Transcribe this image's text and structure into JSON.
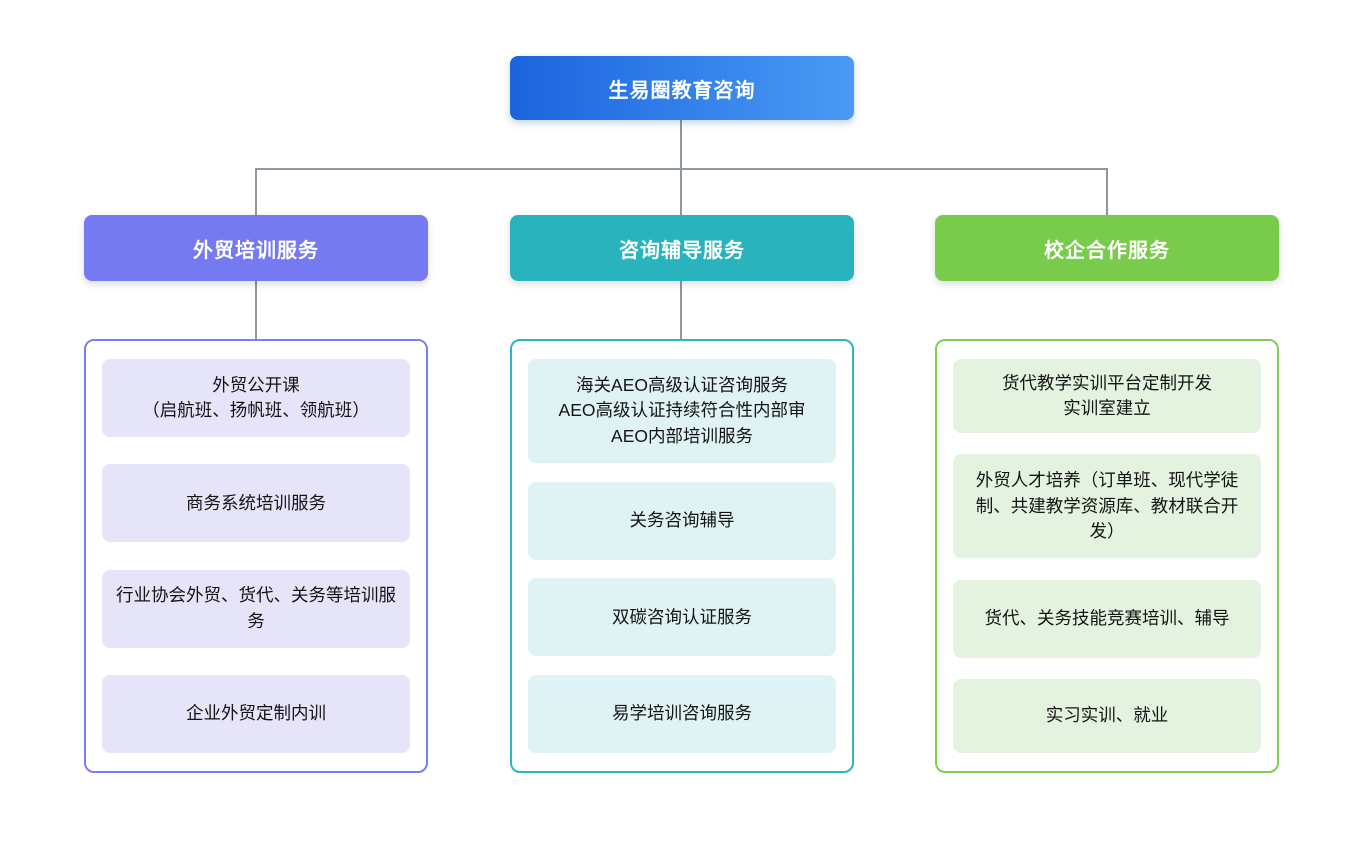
{
  "canvas": {
    "background": "#ffffff",
    "connector_color": "#8f97a1"
  },
  "root": {
    "label": "生易圈教育咨询",
    "gradient_from": "#1b64de",
    "gradient_to": "#4a9af5"
  },
  "branches": [
    {
      "label": "外贸培训服务",
      "theme": {
        "header_bg": "#767af0",
        "box_border": "#7b7ef0",
        "item_bg": "#e6e4f9"
      },
      "items": [
        {
          "text": "外贸公开课\n（启航班、扬帆班、领航班）"
        },
        {
          "text": "商务系统培训服务"
        },
        {
          "text": "行业协会外贸、货代、关务等培训服务"
        },
        {
          "text": "企业外贸定制内训"
        }
      ]
    },
    {
      "label": "咨询辅导服务",
      "theme": {
        "header_bg": "#29b4bd",
        "box_border": "#2ab6bf",
        "item_bg": "#e0f3f4"
      },
      "items": [
        {
          "text": "海关AEO高级认证咨询服务\nAEO高级认证持续符合性内部审\nAEO内部培训服务"
        },
        {
          "text": "关务咨询辅导"
        },
        {
          "text": "双碳咨询认证服务"
        },
        {
          "text": "易学培训咨询服务"
        }
      ]
    },
    {
      "label": "校企合作服务",
      "theme": {
        "header_bg": "#79cb4b",
        "box_border": "#82cd55",
        "item_bg": "#e3f3df"
      },
      "items": [
        {
          "text": "货代教学实训平台定制开发\n实训室建立"
        },
        {
          "text": "外贸人才培养（订单班、现代学徒制、共建教学资源库、教材联合开发）"
        },
        {
          "text": "货代、关务技能竞赛培训、辅导"
        },
        {
          "text": "实习实训、就业"
        }
      ]
    }
  ]
}
